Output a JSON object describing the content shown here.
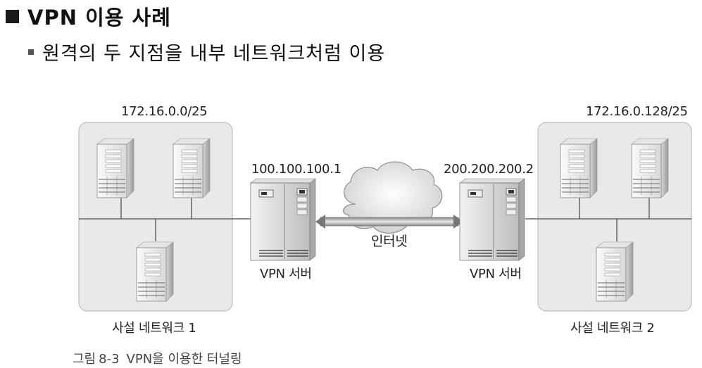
{
  "header": {
    "title": "VPN 이용 사례",
    "subtitle": "원격의 두 지점을 내부 네트워크처럼 이용"
  },
  "diagram": {
    "network1": {
      "subnet": "172.16.0.0/25",
      "name": "사설 네트워크 1"
    },
    "network2": {
      "subnet": "172.16.0.128/25",
      "name": "사설 네트워크 2"
    },
    "vpn_server_left": {
      "ip": "100.100.100.1",
      "label": "VPN 서버"
    },
    "vpn_server_right": {
      "ip": "200.200.200.2",
      "label": "VPN 서버"
    },
    "internet_label": "인터넷"
  },
  "caption": {
    "prefix": "그림",
    "number": "8-3",
    "text": "VPN을 이용한 터널링"
  },
  "colors": {
    "network_box_fill": "#e9e9e9",
    "network_box_stroke": "#c8c8c8",
    "tunnel": "#9a9a9a"
  }
}
